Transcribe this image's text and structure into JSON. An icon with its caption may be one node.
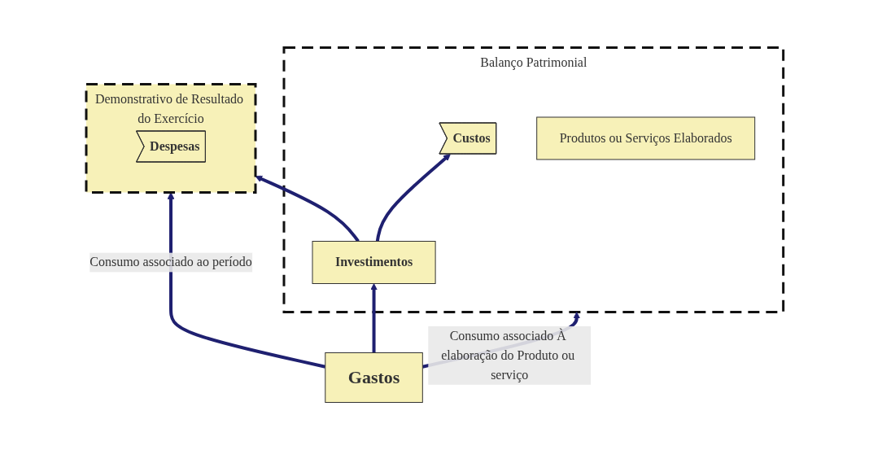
{
  "diagram": {
    "nodes": [
      {
        "text": [
          "Balanço Patrimonial"
        ]
      },
      {
        "text": [
          "Custos"
        ],
        "in": 0
      },
      {
        "text": [
          "Produtos ou Serviços Elaborados"
        ],
        "in": 0
      },
      {
        "text": [
          "Investimentos"
        ],
        "in": 0
      },
      {
        "text": [
          "Demonstrativo de Resultado do Exercício"
        ]
      },
      {
        "text": [
          "Despesas"
        ],
        "in": 4
      },
      {
        "text": [
          "Gastos"
        ]
      }
    ],
    "edges": [
      {
        "from": 6,
        "to": 0,
        "arrow": "to",
        "label": "Consumo associado À elaboração do Produto ou serviço"
      },
      {
        "from": 6,
        "to": 3,
        "arrow": "to"
      },
      {
        "from": 3,
        "to": 1,
        "arrow": "to"
      },
      {
        "from": 3,
        "to": 4,
        "arrow": "to"
      },
      {
        "from": 6,
        "to": 4,
        "arrow": "to",
        "label": "Consumo associado ao período"
      }
    ]
  }
}
